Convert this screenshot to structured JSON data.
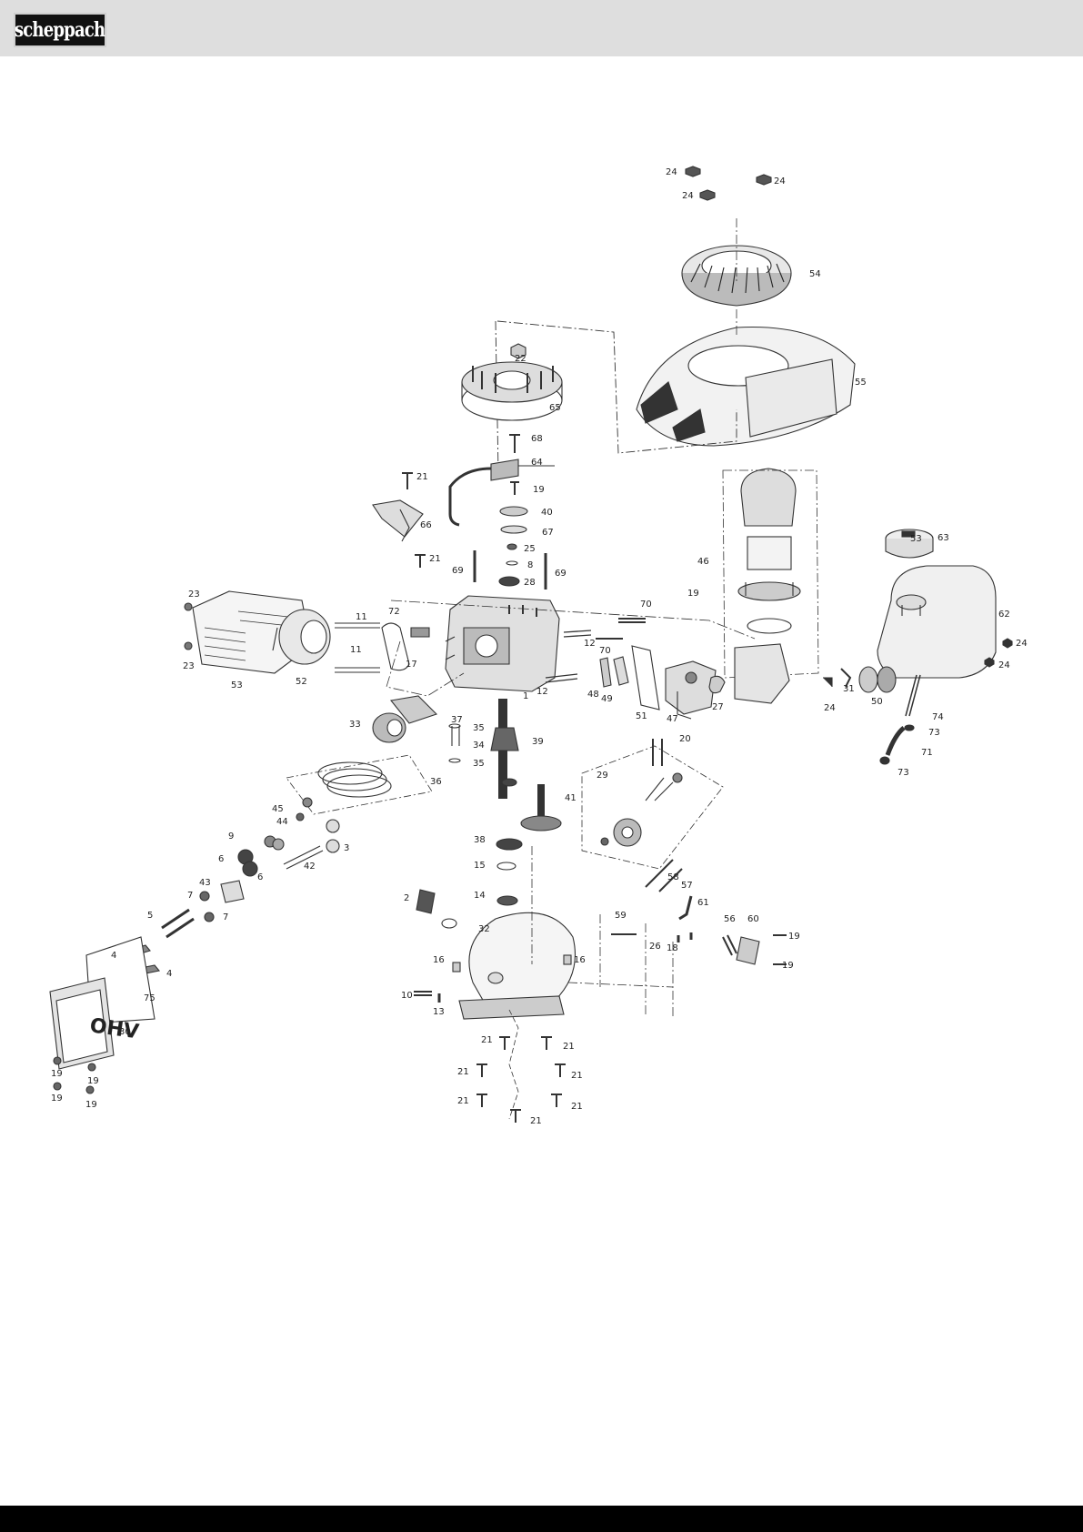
{
  "brand": {
    "name": "scheppach"
  },
  "diagram": {
    "parts": [
      {
        "id": "p24a",
        "label": "24"
      },
      {
        "id": "p24b",
        "label": "24"
      },
      {
        "id": "p24c",
        "label": "24"
      },
      {
        "id": "p54",
        "label": "54"
      },
      {
        "id": "p55",
        "label": "55"
      },
      {
        "id": "p22",
        "label": "22"
      },
      {
        "id": "p65",
        "label": "65"
      },
      {
        "id": "p68",
        "label": "68"
      },
      {
        "id": "p64",
        "label": "64"
      },
      {
        "id": "p19a",
        "label": "19"
      },
      {
        "id": "p40",
        "label": "40"
      },
      {
        "id": "p67",
        "label": "67"
      },
      {
        "id": "p25",
        "label": "25"
      },
      {
        "id": "p8",
        "label": "8"
      },
      {
        "id": "p28",
        "label": "28"
      },
      {
        "id": "p69a",
        "label": "69"
      },
      {
        "id": "p69b",
        "label": "69"
      },
      {
        "id": "p21a",
        "label": "21"
      },
      {
        "id": "p66",
        "label": "66"
      },
      {
        "id": "p21b",
        "label": "21"
      },
      {
        "id": "p46",
        "label": "46"
      },
      {
        "id": "p53a",
        "label": "53"
      },
      {
        "id": "p62",
        "label": "62"
      },
      {
        "id": "p19b",
        "label": "19"
      },
      {
        "id": "p70a",
        "label": "70"
      },
      {
        "id": "p70b",
        "label": "70"
      },
      {
        "id": "p12a",
        "label": "12"
      },
      {
        "id": "p12b",
        "label": "12"
      },
      {
        "id": "p23a",
        "label": "23"
      },
      {
        "id": "p23b",
        "label": "23"
      },
      {
        "id": "p11a",
        "label": "11"
      },
      {
        "id": "p11b",
        "label": "11"
      },
      {
        "id": "p72",
        "label": "72"
      },
      {
        "id": "p17",
        "label": "17"
      },
      {
        "id": "p1",
        "label": "1"
      },
      {
        "id": "p53b",
        "label": "53"
      },
      {
        "id": "p52",
        "label": "52"
      },
      {
        "id": "p48",
        "label": "48"
      },
      {
        "id": "p49",
        "label": "49"
      },
      {
        "id": "p51a",
        "label": "51"
      },
      {
        "id": "p47",
        "label": "47"
      },
      {
        "id": "p27",
        "label": "27"
      },
      {
        "id": "p24d",
        "label": "24"
      },
      {
        "id": "p31",
        "label": "31"
      },
      {
        "id": "p50",
        "label": "50"
      },
      {
        "id": "p24e",
        "label": "24"
      },
      {
        "id": "p24f",
        "label": "24"
      },
      {
        "id": "p74",
        "label": "74"
      },
      {
        "id": "p73a",
        "label": "73"
      },
      {
        "id": "p71",
        "label": "71"
      },
      {
        "id": "p73b",
        "label": "73"
      },
      {
        "id": "p37",
        "label": "37"
      },
      {
        "id": "p33",
        "label": "33"
      },
      {
        "id": "p35a",
        "label": "35"
      },
      {
        "id": "p34",
        "label": "34"
      },
      {
        "id": "p35b",
        "label": "35"
      },
      {
        "id": "p39",
        "label": "39"
      },
      {
        "id": "p20",
        "label": "20"
      },
      {
        "id": "p29",
        "label": "29"
      },
      {
        "id": "p36",
        "label": "36"
      },
      {
        "id": "p45",
        "label": "45"
      },
      {
        "id": "p44",
        "label": "44"
      },
      {
        "id": "p9",
        "label": "9"
      },
      {
        "id": "p3",
        "label": "3"
      },
      {
        "id": "p6a",
        "label": "6"
      },
      {
        "id": "p6b",
        "label": "6"
      },
      {
        "id": "p42",
        "label": "42"
      },
      {
        "id": "p41",
        "label": "41"
      },
      {
        "id": "p38",
        "label": "38"
      },
      {
        "id": "p15",
        "label": "15"
      },
      {
        "id": "p43",
        "label": "43"
      },
      {
        "id": "p7a",
        "label": "7"
      },
      {
        "id": "p7b",
        "label": "7"
      },
      {
        "id": "p14",
        "label": "14"
      },
      {
        "id": "p2",
        "label": "2"
      },
      {
        "id": "p58",
        "label": "58"
      },
      {
        "id": "p57",
        "label": "57"
      },
      {
        "id": "p61",
        "label": "61"
      },
      {
        "id": "p5",
        "label": "5"
      },
      {
        "id": "p32",
        "label": "32"
      },
      {
        "id": "p59",
        "label": "59"
      },
      {
        "id": "p56",
        "label": "56"
      },
      {
        "id": "p60",
        "label": "60"
      },
      {
        "id": "p19c",
        "label": "19"
      },
      {
        "id": "p26",
        "label": "26"
      },
      {
        "id": "p18",
        "label": "18"
      },
      {
        "id": "p4a",
        "label": "4"
      },
      {
        "id": "p4b",
        "label": "4"
      },
      {
        "id": "p16a",
        "label": "16"
      },
      {
        "id": "p16b",
        "label": "16"
      },
      {
        "id": "p19d",
        "label": "19"
      },
      {
        "id": "p75",
        "label": "75"
      },
      {
        "id": "p10",
        "label": "10"
      },
      {
        "id": "p13",
        "label": "13"
      },
      {
        "id": "p30",
        "label": "30"
      },
      {
        "id": "p21c",
        "label": "21"
      },
      {
        "id": "p21d",
        "label": "21"
      },
      {
        "id": "p21e",
        "label": "21"
      },
      {
        "id": "p21f",
        "label": "21"
      },
      {
        "id": "p21g",
        "label": "21"
      },
      {
        "id": "p21h",
        "label": "21"
      },
      {
        "id": "p21i",
        "label": "21"
      },
      {
        "id": "p19e",
        "label": "19"
      },
      {
        "id": "p19f",
        "label": "19"
      },
      {
        "id": "p19g",
        "label": "19"
      },
      {
        "id": "p19h",
        "label": "19"
      },
      {
        "id": "p63",
        "label": "63"
      }
    ],
    "cover_text": "OHV"
  }
}
